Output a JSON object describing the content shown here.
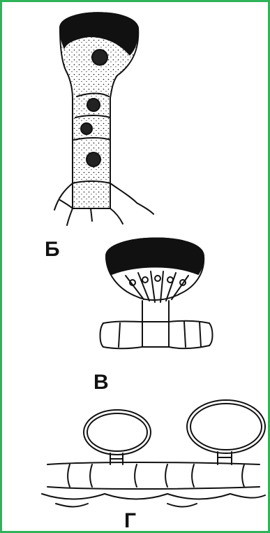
{
  "labels": {
    "b": "Б",
    "v": "В",
    "g": "Г"
  },
  "colors": {
    "frame": "#2fb35a",
    "ink": "#111111",
    "paper": "#ffffff"
  },
  "icons": {
    "hair_a": "multicellular-glandular-hair-icon",
    "hair_b": "capitate-glandular-hair-icon",
    "hair_c": "bladder-hairs-icon"
  }
}
